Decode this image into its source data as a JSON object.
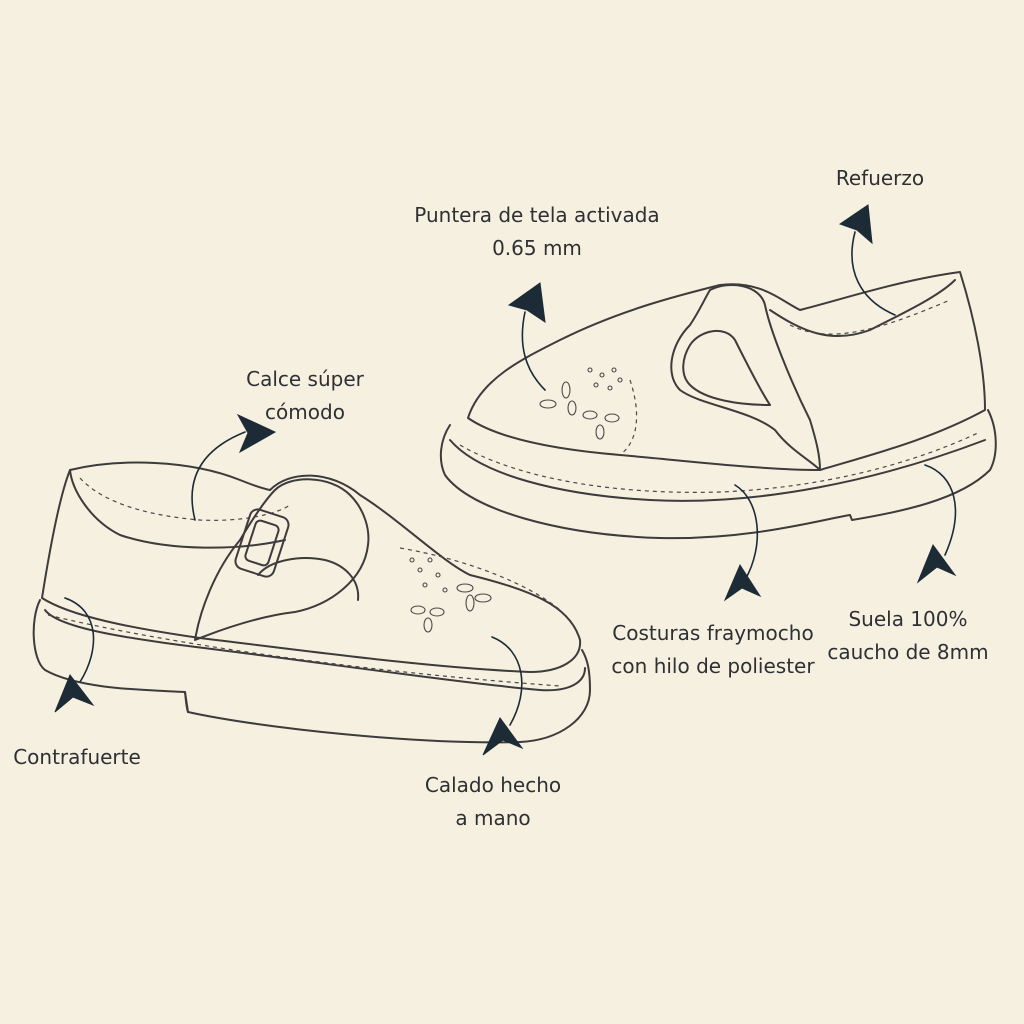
{
  "colors": {
    "background": "#f5f0e0",
    "line_art": "#3d3b3b",
    "arrows": "#1d2b36",
    "text": "#2f3033"
  },
  "callouts": {
    "refuerzo": {
      "lines": [
        "Refuerzo"
      ]
    },
    "puntera": {
      "lines": [
        "Puntera de tela activada",
        "0.65 mm"
      ]
    },
    "calce": {
      "lines": [
        "Calce súper",
        "cómodo"
      ]
    },
    "costuras": {
      "lines": [
        "Costuras fraymocho",
        "con hilo de poliester"
      ]
    },
    "suela": {
      "lines": [
        "Suela 100%",
        "caucho de 8mm"
      ]
    },
    "contrafuerte": {
      "lines": [
        "Contrafuerte"
      ]
    },
    "calado": {
      "lines": [
        "Calado hecho",
        "a mano"
      ]
    }
  }
}
